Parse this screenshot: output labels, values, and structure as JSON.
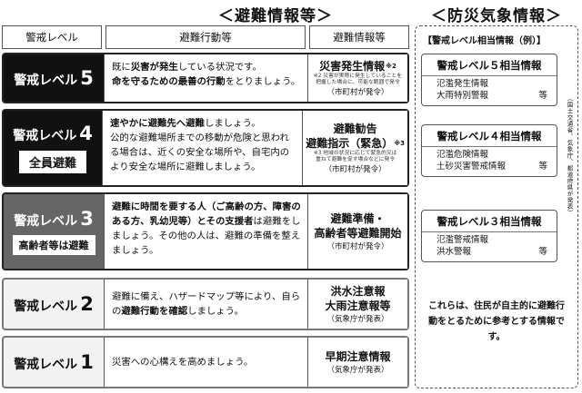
{
  "headers": {
    "left": "＜避難情報等＞",
    "right": "＜防災気象情報＞"
  },
  "columns": {
    "level": "警戒レベル",
    "action": "避難行動等",
    "info": "避難情報等"
  },
  "rows": [
    {
      "label": "警戒レベル",
      "num": "5",
      "badge": "",
      "action_parts": [
        {
          "t": "既に",
          "b": false
        },
        {
          "t": "災害が発生",
          "b": true
        },
        {
          "t": "している状況です。",
          "b": false
        },
        {
          "t": "\n",
          "b": false
        },
        {
          "t": "命を守るための最善の行動",
          "b": true
        },
        {
          "t": "をとりましょう。",
          "b": false
        }
      ],
      "info_lines": [
        "災害発生情報"
      ],
      "info_mark": "※2",
      "info_note_mark": "※2",
      "info_note": [
        "災害が実際に発生していることを",
        "把握した場合に、可能な範囲で発令"
      ],
      "info_small": "（市町村が発令）"
    },
    {
      "label": "警戒レベル",
      "num": "4",
      "badge": "全員避難",
      "action_parts": [
        {
          "t": "速やかに避難先へ避難",
          "b": true
        },
        {
          "t": "しましょう。",
          "b": false
        },
        {
          "t": "\n",
          "b": false
        },
        {
          "t": "公的な避難場所までの移動が危険と思われる場合は、近くの安全な場所や、自宅内のより安全な場所に避難しましょう。",
          "b": false
        }
      ],
      "info_lines": [
        "避難勧告",
        "避難指示（緊急）"
      ],
      "info_mark": "※3",
      "info_note_mark": "※3",
      "info_note": [
        "地域の状況に応じて緊急的又は",
        "重ねて避難を促す場合などに発令"
      ],
      "info_small": "（市町村が発令）"
    },
    {
      "label": "警戒レベル",
      "num": "3",
      "badge": "高齢者等は避難",
      "action_parts": [
        {
          "t": "避難に時間を要する人（ご高齢の方、障害のある方、乳幼児等）とその支援者",
          "b": true
        },
        {
          "t": "は避難をしましょう。その他の人は、避難の準備を整えましょう。",
          "b": false
        }
      ],
      "info_lines": [
        "避難準備・",
        "高齢者等避難開始"
      ],
      "info_mark": "",
      "info_note_mark": "",
      "info_note": [],
      "info_small": "（市町村が発令）"
    },
    {
      "label": "警戒レベル",
      "num": "2",
      "badge": "",
      "action_parts": [
        {
          "t": "避難に備え、ハザードマップ等により、自らの",
          "b": false
        },
        {
          "t": "避難行動を確認",
          "b": true
        },
        {
          "t": "しましょう。",
          "b": false
        }
      ],
      "info_lines": [
        "洪水注意報",
        "大雨注意報等"
      ],
      "info_mark": "",
      "info_note_mark": "",
      "info_note": [],
      "info_small": "（気象庁が発表）"
    },
    {
      "label": "警戒レベル",
      "num": "1",
      "badge": "",
      "action_parts": [
        {
          "t": "災害への心構えを高めましょう。",
          "b": false
        }
      ],
      "info_lines": [
        "早期注意情報"
      ],
      "info_mark": "",
      "info_note_mark": "",
      "info_note": [],
      "info_small": "（気象庁が発表）"
    }
  ],
  "right": {
    "title": "【警戒レベル相当情報（例）】",
    "boxes": [
      {
        "title": "警戒レベル５相当情報",
        "items": [
          "氾濫発生情報",
          "大雨特別警報"
        ],
        "eq": "等"
      },
      {
        "title": "警戒レベル４相当情報",
        "items": [
          "氾濫危険情報",
          "土砂災害警戒情報"
        ],
        "eq": "等"
      },
      {
        "title": "警戒レベル３相当情報",
        "items": [
          "氾濫警戒情報",
          "洪水警報"
        ],
        "eq": "等"
      }
    ],
    "vertical_note": "（国土交通省、気象庁、都道府県が発表）",
    "conclusion": "これらは、住民が自主的に避難行動をとるために参考とする情報です。"
  }
}
